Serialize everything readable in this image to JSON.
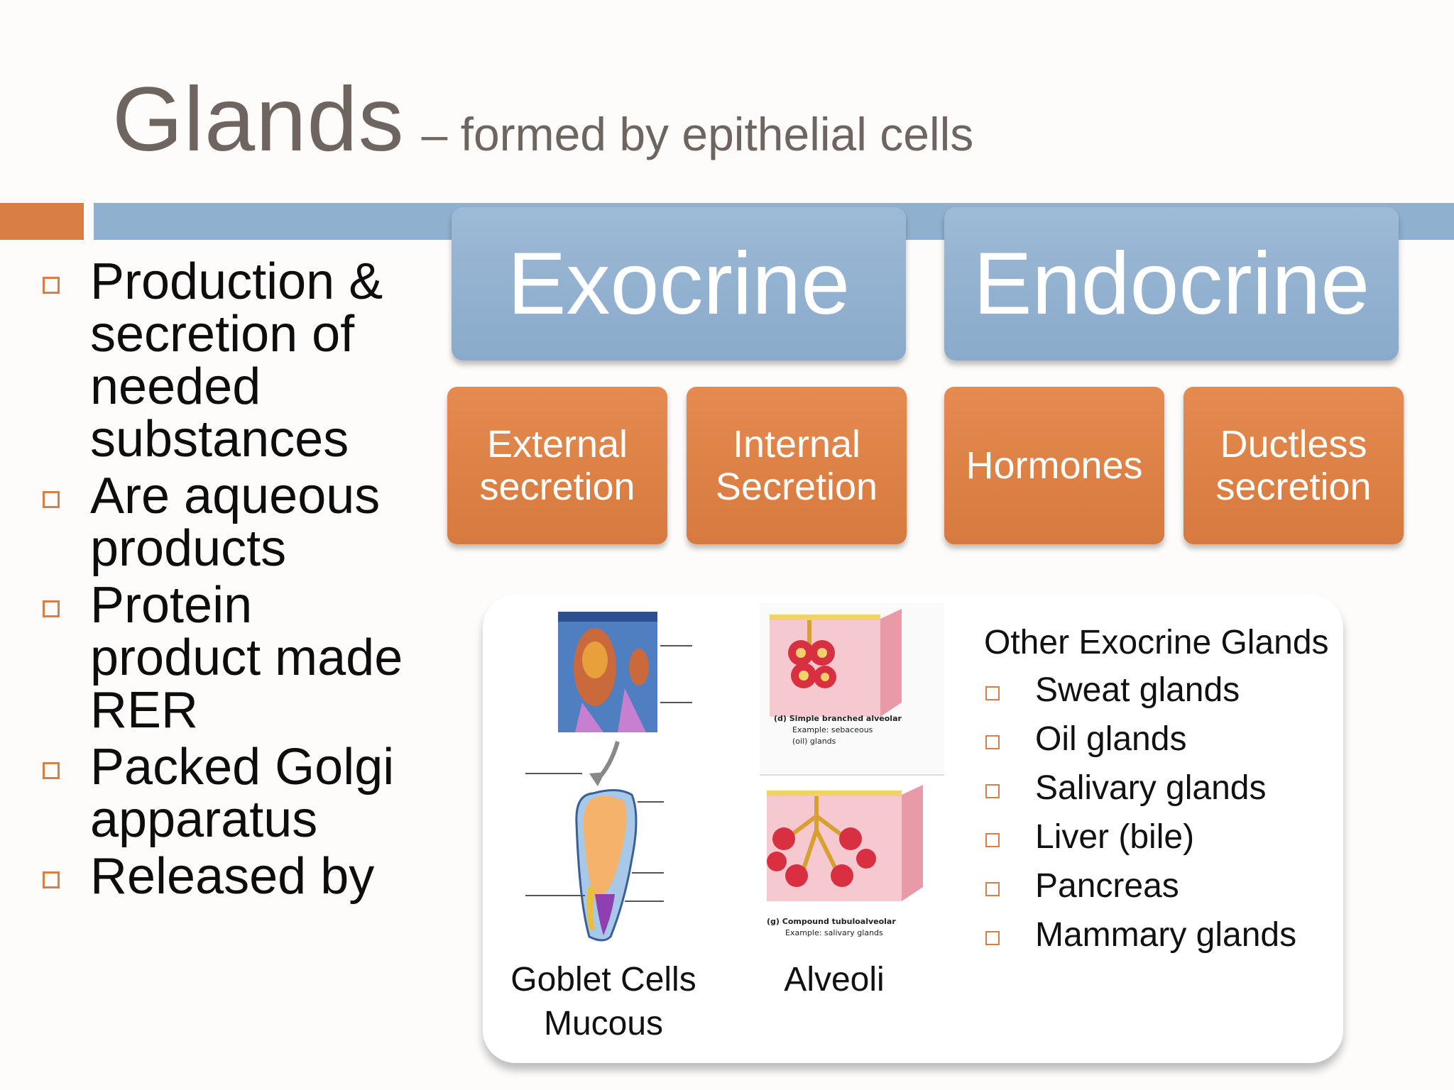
{
  "title": {
    "main": "Glands",
    "sub": "– formed by epithelial cells"
  },
  "bullets": [
    "Production & secretion of needed substances",
    "Are aqueous products",
    "Protein product made RER",
    "Packed Golgi apparatus",
    "Released by"
  ],
  "categories": {
    "exocrine": {
      "label": "Exocrine",
      "subs": [
        "External secretion",
        "Internal Secretion"
      ]
    },
    "endocrine": {
      "label": "Endocrine",
      "subs": [
        "Hormones",
        "Ductless secretion"
      ]
    }
  },
  "figures": {
    "alveoli_simple_caption": [
      "(d) Simple branched alveolar",
      "Example: sebaceous",
      "(oil) glands"
    ],
    "alveoli_compound_caption": [
      "(g) Compound tubuloalveolar",
      "Example: salivary glands"
    ],
    "goblet_caption": [
      "Goblet Cells",
      "Mucous"
    ],
    "alveoli_caption": "Alveoli"
  },
  "other_exocrine": {
    "title": "Other Exocrine Glands",
    "items": [
      "Sweat glands",
      "Oil glands",
      "Salivary glands",
      "Liver (bile)",
      "Pancreas",
      "Mammary glands"
    ]
  },
  "colors": {
    "accent_orange": "#d97f45",
    "accent_blue": "#8fb0cf",
    "title_gray": "#6f6560"
  }
}
